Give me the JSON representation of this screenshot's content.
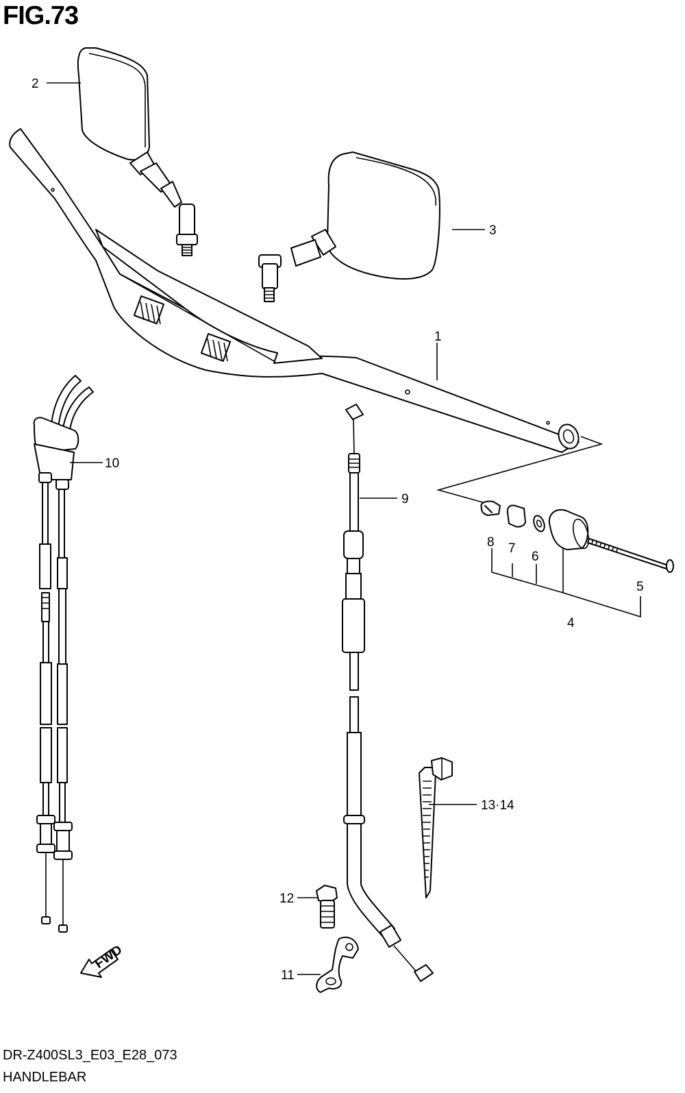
{
  "figure": {
    "title": "FIG.73",
    "code": "DR-Z400SL3_E03_E28_073",
    "name": "HANDLEBAR"
  },
  "callouts": {
    "c1": "1",
    "c2": "2",
    "c3": "3",
    "c4": "4",
    "c5": "5",
    "c6": "6",
    "c7": "7",
    "c8": "8",
    "c9": "9",
    "c10": "10",
    "c11": "11",
    "c12": "12",
    "c13": "13·14"
  },
  "fwd_label": "FWD"
}
